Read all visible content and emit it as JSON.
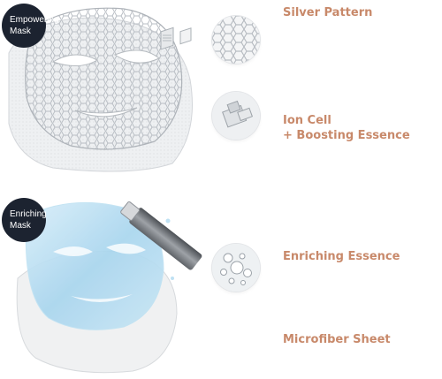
{
  "badges": {
    "empowering": {
      "line1": "Empowering",
      "line2": "Mask"
    },
    "enriching": {
      "line1": "Enriching",
      "line2": "Mask"
    }
  },
  "labels": {
    "silver_pattern": "Silver Pattern",
    "ion_cell_line1": "Ion Cell",
    "ion_cell_line2": "+ Boosting Essence",
    "enriching_essence": "Enriching Essence",
    "microfiber_sheet": "Microfiber Sheet"
  },
  "colors": {
    "label_accent": "#c8896a",
    "badge_bg": "#1c2330",
    "water_blue": "#a9d6ee"
  },
  "icons": {
    "silver_pattern": "hexagon-mesh-icon",
    "ion_cell": "ion-cell-icon",
    "enriching_essence": "bubbles-icon"
  }
}
